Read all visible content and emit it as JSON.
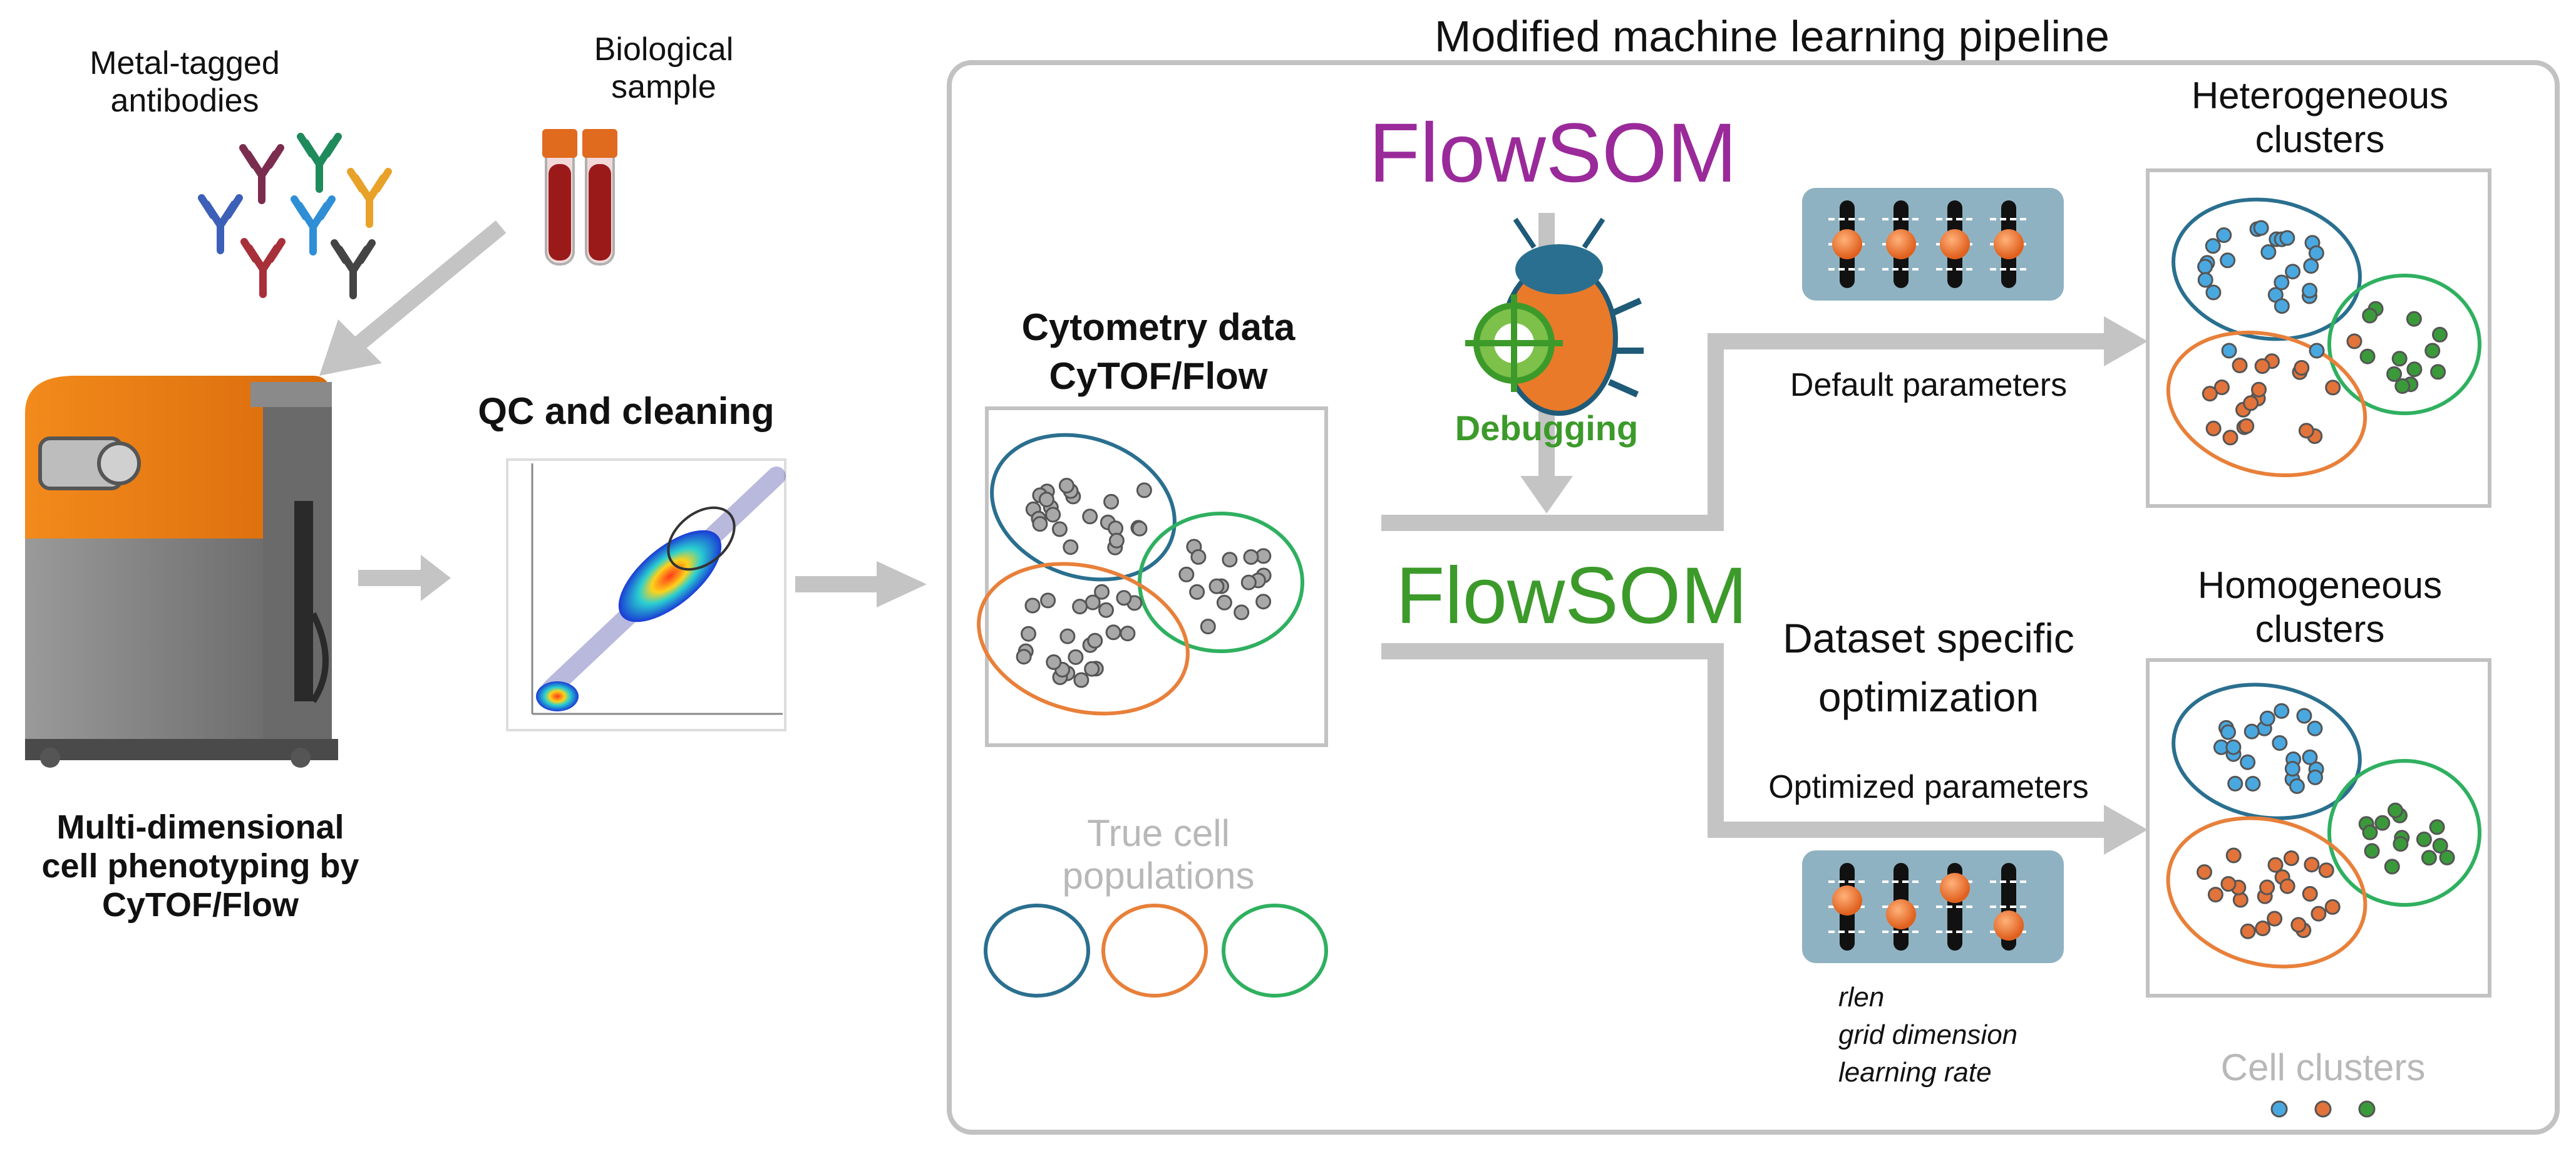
{
  "left": {
    "antibodies_label": "Metal-tagged antibodies",
    "sample_label": "Biological sample",
    "instrument_label": "Multi-dimensional cell phenotyping by CyTOF/Flow",
    "qc_label": "QC and cleaning"
  },
  "pipeline": {
    "title": "Modified machine learning pipeline",
    "flowsom_top": "FlowSOM",
    "flowsom_mid": "FlowSOM",
    "debugging": "Debugging",
    "cytometry_line1": "Cytometry data",
    "cytometry_line2": "CyTOF/Flow",
    "true_cell_line1": "True cell",
    "true_cell_line2": "populations",
    "default_params": "Default parameters",
    "dataset_line1": "Dataset specific",
    "dataset_line2": "optimization",
    "optimized_params": "Optimized parameters",
    "param_names": [
      "rlen",
      "grid dimension",
      "learning rate"
    ],
    "hetero_line1": "Heterogeneous",
    "hetero_line2": "clusters",
    "homo_line1": "Homogeneous",
    "homo_line2": "clusters",
    "cell_clusters": "Cell clusters"
  },
  "colors": {
    "blue_outline": "#2a6f8f",
    "orange_outline": "#e8803a",
    "green_outline": "#2fb060",
    "dot_blue": "#4aa8e0",
    "dot_orange": "#e2733a",
    "dot_green": "#3a9a3a",
    "arrow_gray": "#c4c4c4",
    "flowsom_purple": "#9a2a9a",
    "flowsom_green": "#3c9a2a"
  }
}
